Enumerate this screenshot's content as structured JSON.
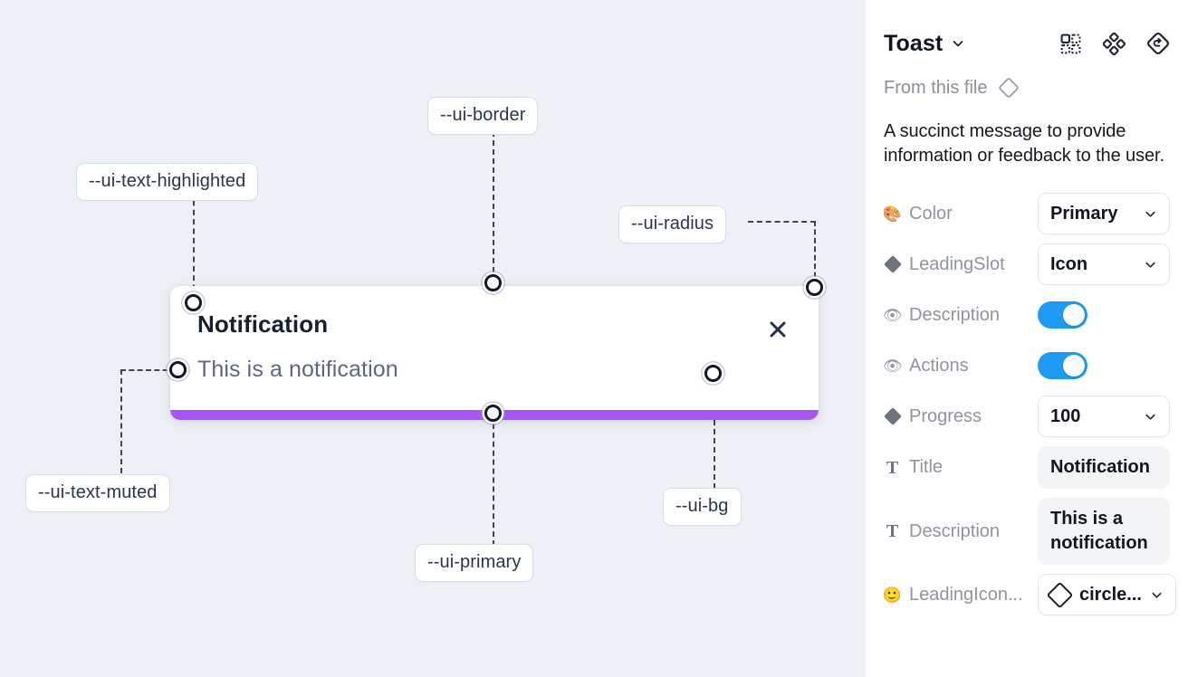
{
  "canvas": {
    "tokens": [
      {
        "id": "ui-text-highlighted",
        "label": "--ui-text-highlighted"
      },
      {
        "id": "ui-border",
        "label": "--ui-border"
      },
      {
        "id": "ui-radius",
        "label": "--ui-radius"
      },
      {
        "id": "ui-text-muted",
        "label": "--ui-text-muted"
      },
      {
        "id": "ui-primary",
        "label": "--ui-primary"
      },
      {
        "id": "ui-bg",
        "label": "--ui-bg"
      }
    ],
    "toast": {
      "title": "Notification",
      "description": "This is a notification",
      "close_icon": "close-x-icon",
      "progress_color": "#a855f7",
      "background_color": "#ffffff"
    },
    "background_color": "#edf0f5"
  },
  "panel": {
    "title": "Toast",
    "title_caret_icon": "chevron-down-icon",
    "header_icons": [
      {
        "name": "component-grid-icon"
      },
      {
        "name": "variants-cluster-icon"
      },
      {
        "name": "reset-diamond-icon"
      }
    ],
    "from_this_file": {
      "label": "From this file",
      "icon": "diamond-outline-icon"
    },
    "description": "A succinct message to provide information or feedback to the user.",
    "properties": [
      {
        "name": "Color",
        "icon": "palette-emoji",
        "icon_glyph": "🎨",
        "type": "select",
        "value": "Primary"
      },
      {
        "name": "LeadingSlot",
        "icon": "diamond-icon",
        "icon_glyph": "",
        "type": "select",
        "value": "Icon"
      },
      {
        "name": "Description",
        "icon": "eye-emoji",
        "icon_glyph": "👁",
        "type": "toggle",
        "value": "on"
      },
      {
        "name": "Actions",
        "icon": "eye-emoji",
        "icon_glyph": "👁",
        "type": "toggle",
        "value": "on"
      },
      {
        "name": "Progress",
        "icon": "diamond-icon",
        "icon_glyph": "",
        "type": "select",
        "value": "100"
      },
      {
        "name": "Title",
        "icon": "text-t-icon",
        "icon_glyph": "T",
        "type": "text",
        "value": "Notification"
      },
      {
        "name": "Description",
        "icon": "text-t-icon",
        "icon_glyph": "T",
        "type": "text",
        "value": "This is a notification"
      },
      {
        "name": "LeadingIcon...",
        "icon": "smiley-emoji",
        "icon_glyph": "🙂",
        "type": "icon-select",
        "value": "circle..."
      }
    ],
    "accent_color": "#1e9bf2",
    "background_color": "#ffffff"
  }
}
